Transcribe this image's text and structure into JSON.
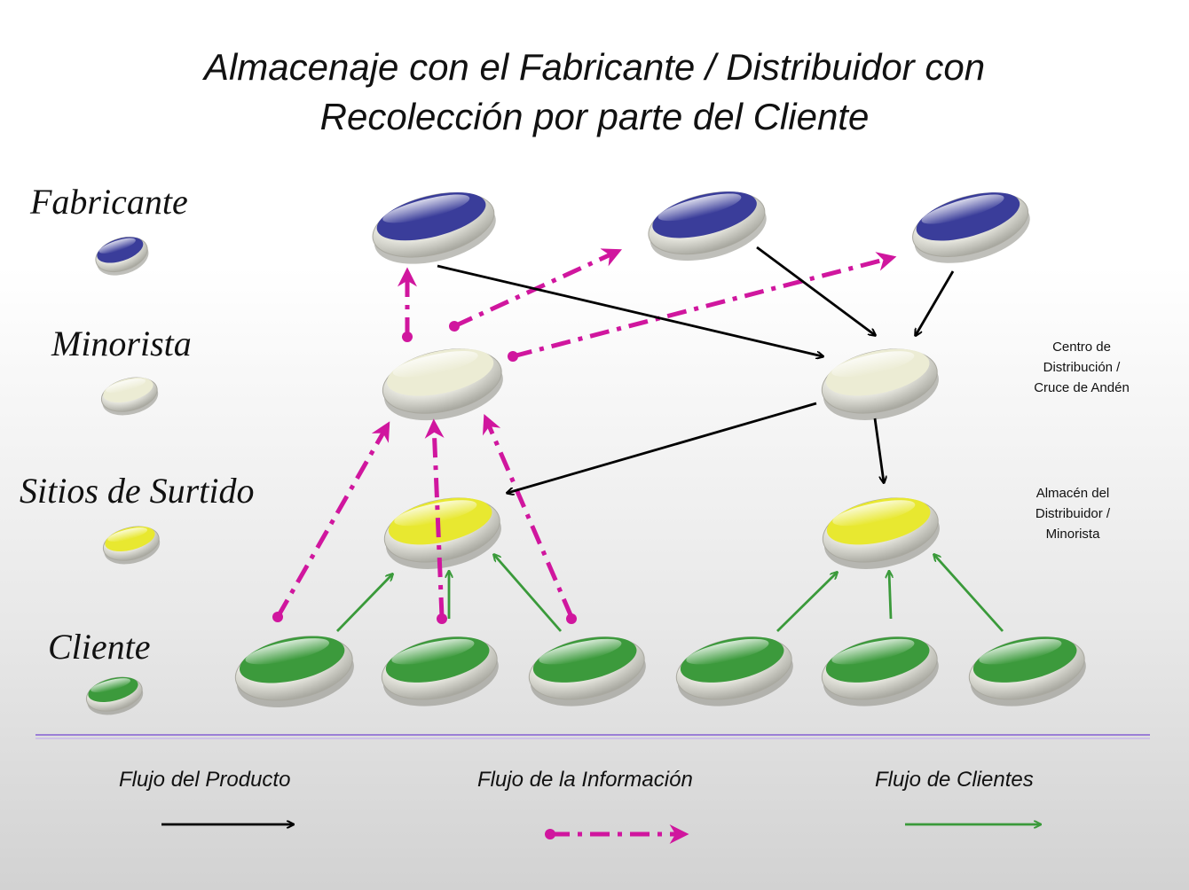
{
  "title_line1": "Almacenaje con el Fabricante / Distribuidor con",
  "title_line2": "Recolección por parte del Cliente",
  "levels": {
    "fabricante": "Fabricante",
    "minorista": "Minorista",
    "sitios": "Sitios  de Surtido",
    "cliente": "Cliente"
  },
  "notes": {
    "centro": [
      "Centro de",
      "Distribución  /",
      "Cruce de Andén"
    ],
    "almacen": [
      "Almacén del",
      "Distribuidor  /",
      "Minorista"
    ]
  },
  "legend": {
    "producto": "Flujo del Producto",
    "informacion": "Flujo de la Información",
    "clientes": "Flujo de Clientes"
  },
  "colors": {
    "fabricante": "#3a3d9a",
    "minorista": "#ececd4",
    "sitios": "#e8e830",
    "cliente": "#3c9a3c",
    "product_flow": "#000000",
    "info_flow": "#d0169e",
    "client_flow": "#3a9a3a",
    "divider": "#9b7fd6"
  }
}
